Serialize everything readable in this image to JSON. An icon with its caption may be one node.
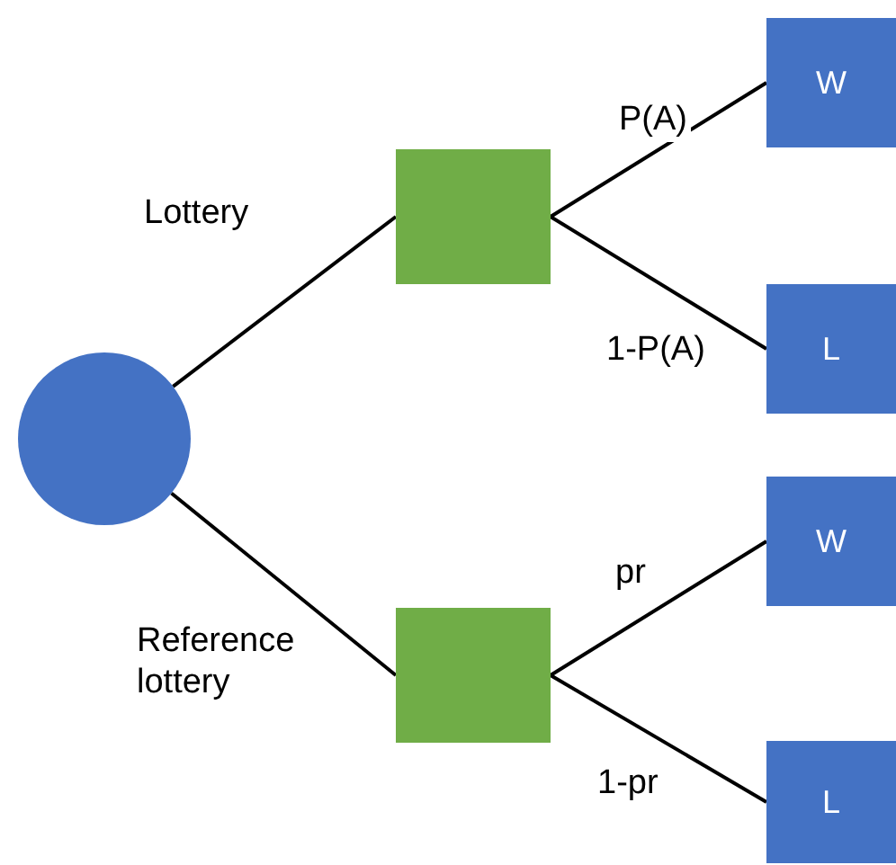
{
  "diagram": {
    "nodes": [
      {
        "text": [],
        "shape": "circle"
      },
      {
        "text": [],
        "shape": "box"
      },
      {
        "text": [],
        "shape": "box"
      },
      {
        "text": [
          "W"
        ]
      },
      {
        "text": [
          "L"
        ]
      },
      {
        "text": [
          "W"
        ]
      },
      {
        "text": [
          "L"
        ]
      }
    ],
    "edges": [
      {
        "from": 0,
        "to": 1,
        "arrow": "none",
        "label": "Lottery"
      },
      {
        "from": 0,
        "to": 2,
        "arrow": "none",
        "label": "Reference lottery"
      },
      {
        "from": 1,
        "to": 3,
        "arrow": "none",
        "label": "P(A)"
      },
      {
        "from": 1,
        "to": 4,
        "arrow": "none",
        "label": "1-P(A)"
      },
      {
        "from": 2,
        "to": 5,
        "arrow": "none",
        "label": "pr"
      },
      {
        "from": 2,
        "to": 6,
        "arrow": "none",
        "label": "1-pr"
      }
    ]
  }
}
